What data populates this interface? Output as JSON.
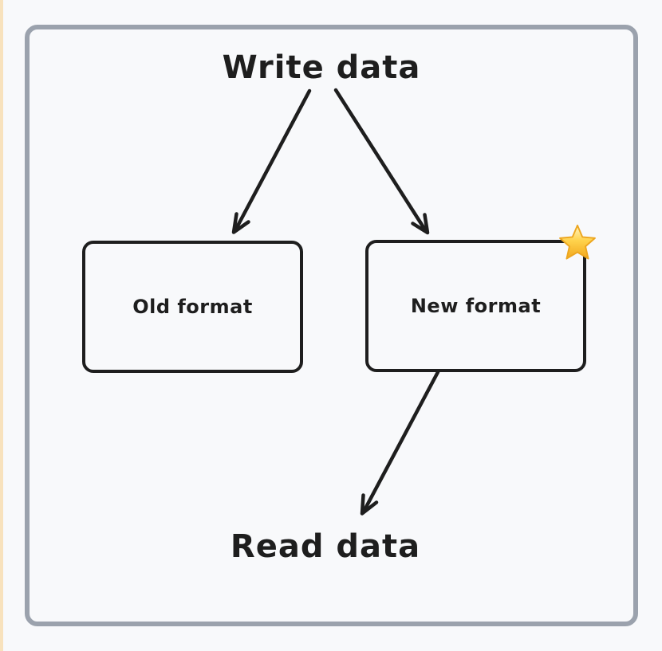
{
  "diagram": {
    "write_label": "Write data",
    "read_label": "Read data",
    "boxes": [
      {
        "label": "Old format"
      },
      {
        "label": "New format",
        "badge": "star"
      }
    ],
    "colors": {
      "ink": "#1e1e1e",
      "frame_border": "#9ba2ad",
      "page_background": "#f8f9fb",
      "left_edge_strip": "#f8e2bd",
      "star_gold_light": "#fff3b0",
      "star_gold_mid": "#ffd34d",
      "star_gold_dark": "#f2a81d"
    }
  }
}
